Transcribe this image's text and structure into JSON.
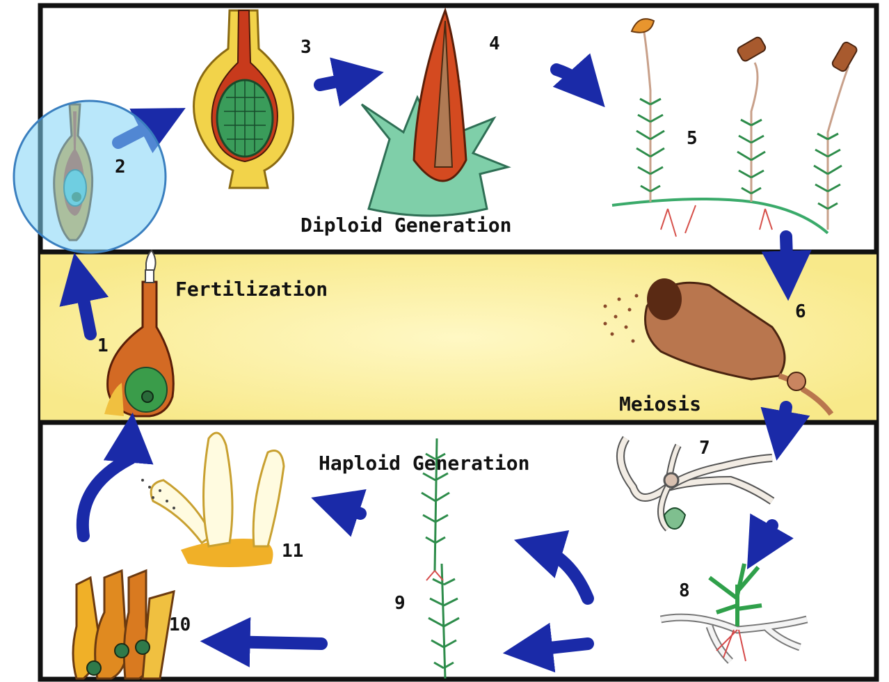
{
  "diagram": {
    "regions": {
      "diploid": "Diploid Generation",
      "fertilization": "Fertilization",
      "meiosis": "Meiosis",
      "haploid": "Haploid Generation"
    },
    "stages": {
      "s1": "1",
      "s2": "2",
      "s3": "3",
      "s4": "4",
      "s5": "5",
      "s6": "6",
      "s7": "7",
      "s8": "8",
      "s9": "9",
      "s10": "10",
      "s11": "11"
    },
    "highlight": {
      "stage": "2",
      "color": "#7fd3f5"
    },
    "colors": {
      "arrow": "#1a2aa8",
      "band": "#fbee9e",
      "border": "#111111"
    }
  }
}
